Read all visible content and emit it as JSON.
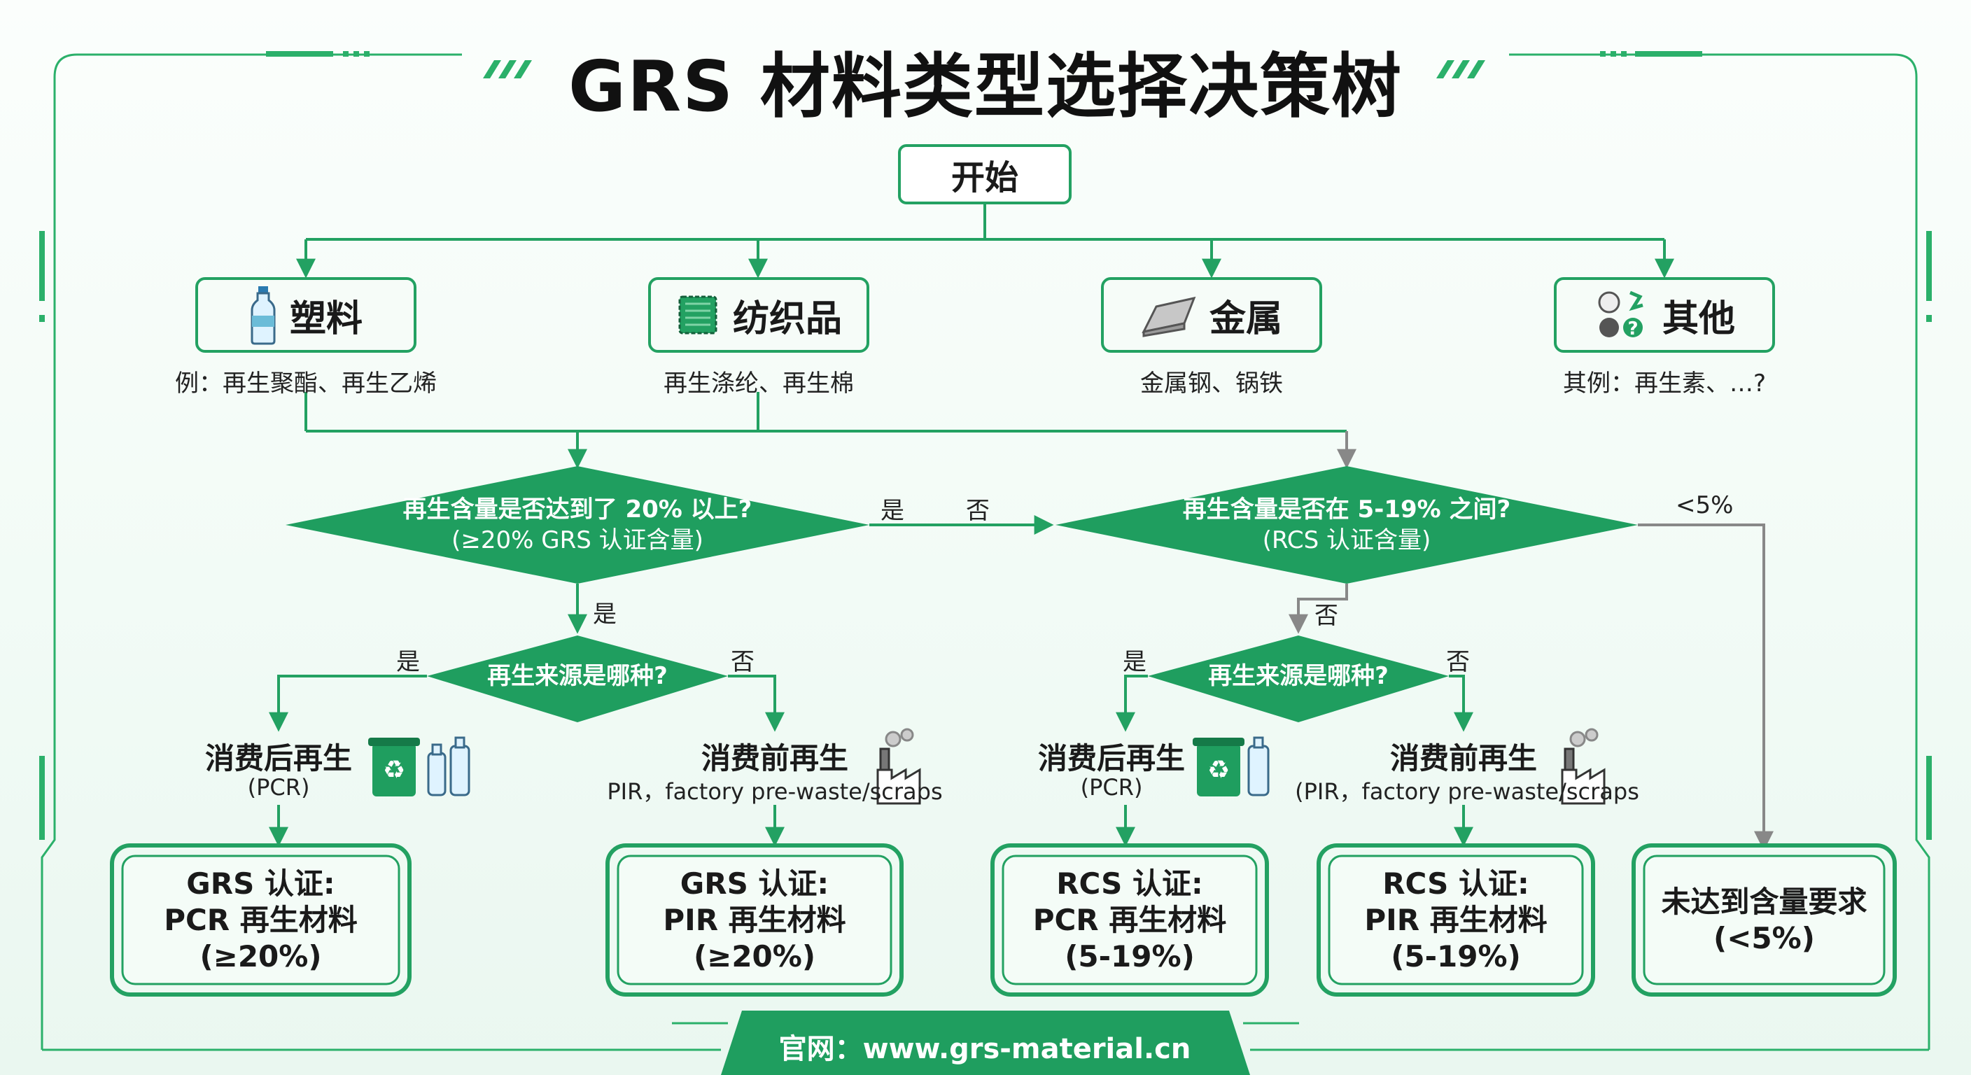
{
  "title": "GRS 材料类型选择决策树",
  "start": "开始",
  "categories": [
    {
      "name": "塑料",
      "icon": "plastic-bottle-icon",
      "example": "例：再生聚酯、再生乙烯"
    },
    {
      "name": "纺织品",
      "icon": "fabric-icon",
      "example": "再生涤纶、再生棉"
    },
    {
      "name": "金属",
      "icon": "metal-ingot-icon",
      "example": "金属钢、锅铁"
    },
    {
      "name": "其他",
      "icon": "other-materials-icon",
      "example": "其例：再生素、…?"
    }
  ],
  "decision_grs": {
    "line1": "再生含量是否达到了 20% 以上?",
    "line2": "(≥20% GRS 认证含量)"
  },
  "decision_rcs": {
    "line1": "再生含量是否在 5-19% 之间?",
    "line2": "(RCS 认证含量)"
  },
  "decision_source": "再生来源是哪种?",
  "labels": {
    "yes": "是",
    "no": "否",
    "lt5": "<5%"
  },
  "sources": {
    "pcr_title": "消费后再生",
    "pcr_sub": "(PCR)",
    "pir_title": "消费前再生",
    "pir_sub_left": "PIR，factory pre-waste/scraps",
    "pir_sub_right": "(PIR，factory pre-waste/scraps"
  },
  "results": [
    {
      "line1": "GRS 认证:",
      "line2": "PCR 再生材料",
      "line3": "(≥20%)"
    },
    {
      "line1": "GRS 认证:",
      "line2": "PIR 再生材料",
      "line3": "(≥20%)"
    },
    {
      "line1": "RCS 认证:",
      "line2": "PCR 再生材料",
      "line3": "(5-19%)"
    },
    {
      "line1": "RCS 认证:",
      "line2": "PIR 再生材料",
      "line3": "(5-19%)"
    },
    {
      "line1": "未达到含量要求",
      "line2": "(<5%)",
      "line3": ""
    }
  ],
  "footer": "官网：www.grs-material.cn",
  "colors": {
    "accent": "#23a162",
    "arrow_gray": "#888888",
    "background": "#f2fbf6"
  }
}
